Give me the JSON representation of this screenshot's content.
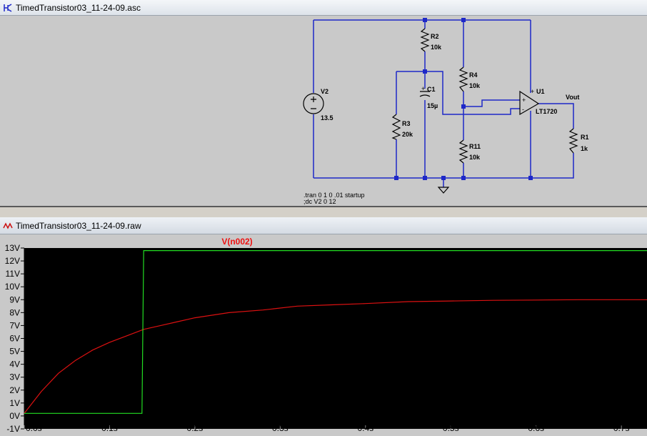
{
  "schematic": {
    "window_title": "TimedTransistor03_11-24-09.asc",
    "components": {
      "v2_name": "V2",
      "v2_value": "13.5",
      "r2_name": "R2",
      "r2_value": "10k",
      "r4_name": "R4",
      "r4_value": "10k",
      "r3_name": "R3",
      "r3_value": "20k",
      "c1_name": "C1",
      "c1_value": "15µ",
      "r11_name": "R11",
      "r11_value": "10k",
      "u1_name": "U1",
      "u1_value": "LT1720",
      "r1_name": "R1",
      "r1_value": "1k",
      "vout_label": "Vout"
    },
    "directives": {
      "line1": ".tran 0 1 0 .01 startup",
      "line2": ";dc V2 0 12"
    },
    "colors": {
      "wire": "#1e28c8",
      "node": "#1e28c8",
      "background": "#c9c9c9"
    }
  },
  "waveform": {
    "window_title": "TimedTransistor03_11-24-09.raw",
    "trace_label": "V(n002)",
    "colors": {
      "background": "#000000",
      "trace_red": "#dd1111",
      "trace_green": "#22dd22",
      "trace_label": "#ee1111"
    }
  },
  "chart_data": {
    "type": "line",
    "title": "V(n002)",
    "xlabel": "",
    "ylabel": "",
    "xlim": [
      0,
      0.73
    ],
    "ylim": [
      -1,
      13
    ],
    "x_ticks": [
      "0.0s",
      "0.1s",
      "0.2s",
      "0.3s",
      "0.4s",
      "0.5s",
      "0.6s",
      "0.7s"
    ],
    "x_tick_values": [
      0,
      0.1,
      0.2,
      0.3,
      0.4,
      0.5,
      0.6,
      0.7
    ],
    "y_ticks": [
      "13V",
      "12V",
      "11V",
      "10V",
      "9V",
      "8V",
      "7V",
      "6V",
      "5V",
      "4V",
      "3V",
      "2V",
      "1V",
      "0V",
      "-1V"
    ],
    "y_tick_values": [
      13,
      12,
      11,
      10,
      9,
      8,
      7,
      6,
      5,
      4,
      3,
      2,
      1,
      0,
      -1
    ],
    "series": [
      {
        "name": "V(n002)",
        "color": "#dd1111",
        "x": [
          0,
          0.02,
          0.04,
          0.06,
          0.08,
          0.1,
          0.12,
          0.14,
          0.16,
          0.18,
          0.2,
          0.24,
          0.28,
          0.32,
          0.36,
          0.4,
          0.45,
          0.5,
          0.55,
          0.6,
          0.65,
          0.7,
          0.73
        ],
        "y": [
          0.2,
          1.9,
          3.3,
          4.3,
          5.1,
          5.7,
          6.2,
          6.7,
          7.0,
          7.3,
          7.6,
          8.0,
          8.2,
          8.5,
          8.6,
          8.7,
          8.85,
          8.9,
          8.95,
          8.97,
          9.0,
          9.0,
          9.0
        ]
      },
      {
        "color": "#22dd22",
        "x": [
          0,
          0.138,
          0.14,
          0.73
        ],
        "y": [
          0.2,
          0.2,
          12.8,
          12.8
        ]
      }
    ]
  }
}
